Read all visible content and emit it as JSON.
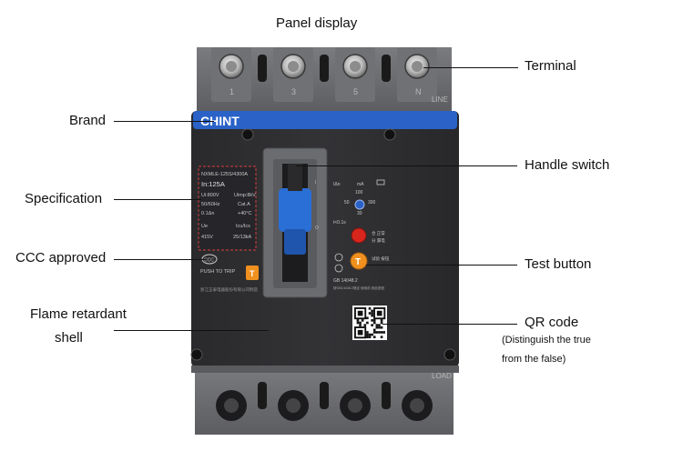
{
  "title": "Panel display",
  "labels": {
    "terminal": "Terminal",
    "brand": "Brand",
    "handle_switch": "Handle switch",
    "specification": "Specification",
    "ccc": "CCC approved",
    "test_button": "Test button",
    "flame_1": "Flame retardant",
    "flame_2": "shell",
    "qr": "QR code",
    "qr_note_1": "(Distinguish the true",
    "qr_note_2": "from the false)"
  },
  "device": {
    "brand": "CHINT",
    "terminal_numbers_top": [
      "1",
      "3",
      "5",
      "N"
    ],
    "line_label": "LINE",
    "model": "NXMLE-125S/4300A",
    "rating": "In:125A",
    "spec_rows": [
      [
        "Ui:800V",
        "Uimp:8kV"
      ],
      [
        "50/60Hz",
        "Cat.A"
      ],
      [
        "0.1Δn",
        "+40°C"
      ],
      [
        "Ue",
        "Icu/Ics"
      ],
      [
        "415V",
        "25/13kA"
      ]
    ],
    "ccc_mark": "CCC",
    "push_to_trip": "PUSH TO TRIP",
    "bottom_small_text": "浙江正泰电器股份有限公司制造",
    "right_panel": {
      "idn": "IΔn",
      "ma": "mA",
      "values": [
        "100",
        "50",
        "300",
        "30"
      ],
      "time": "t<0.1s",
      "on": "合 正常",
      "off": "分 漏电",
      "test_label": "试验 按钮",
      "standard": "GB 14048.2",
      "standard_desc": "按GB14048.2规定 使用前 按此按钮",
      "load_label": "LOAD"
    }
  },
  "colors": {
    "body": "#2b2b2d",
    "top_grey": "#6c6d70",
    "brand_blue": "#2a62c8",
    "handle_blue": "#2a6fd6",
    "test_orange": "#f0901e",
    "red_led": "#d8261c",
    "spec_border": "#b93a3a"
  },
  "icons": [
    "terminal-screw-icon",
    "qr-code-icon",
    "ccc-mark-icon"
  ]
}
